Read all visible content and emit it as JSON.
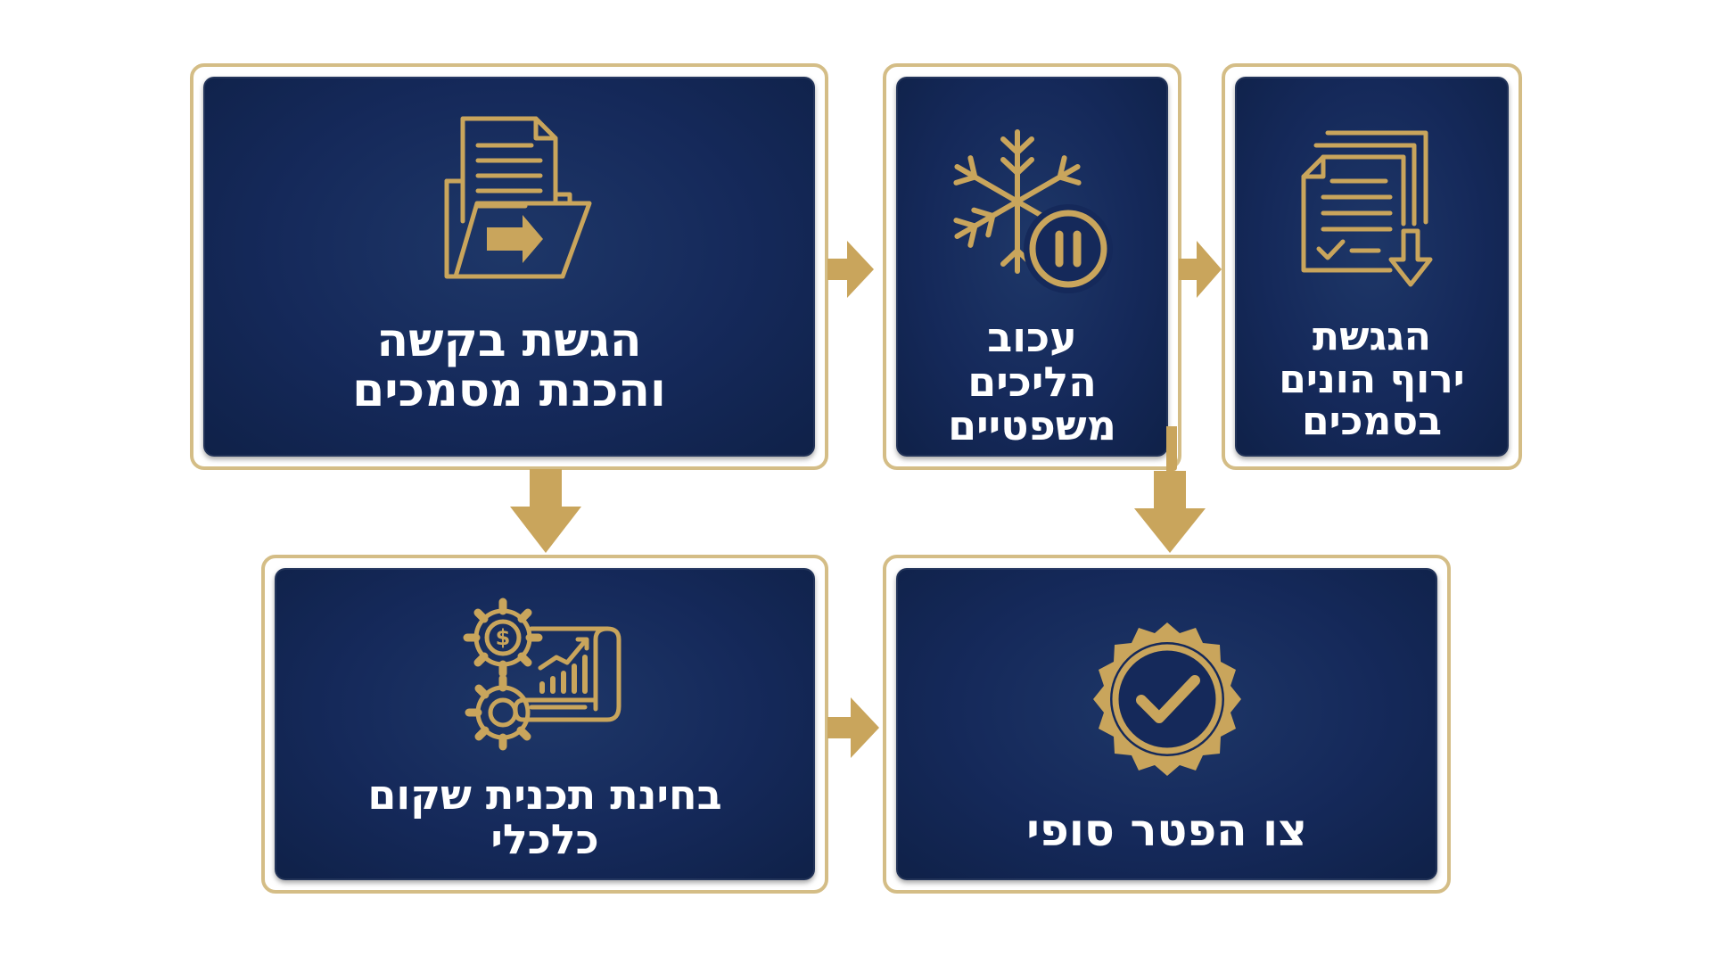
{
  "colors": {
    "gold": "#c9a55c",
    "card_dark": "#15295a",
    "frame": "#d4bd86",
    "text": "#ffffff"
  },
  "steps": [
    {
      "id": "submit",
      "label": "הגשת בקשה\nוהכנת מסמכים",
      "icon": "folder-document-arrow-icon"
    },
    {
      "id": "stay",
      "label": "עכוב\nהליכים\nמשפטיים",
      "icon": "snowflake-pause-icon"
    },
    {
      "id": "assets",
      "label": "הגגשת\nירוף הונים\nבסמכים",
      "icon": "document-download-check-icon"
    },
    {
      "id": "plan",
      "label": "בחינת תכנית שקום\nכלכלי",
      "icon": "gears-chart-scroll-icon"
    },
    {
      "id": "discharge",
      "label": "צו הפטר סופי",
      "icon": "seal-checkmark-icon"
    }
  ]
}
